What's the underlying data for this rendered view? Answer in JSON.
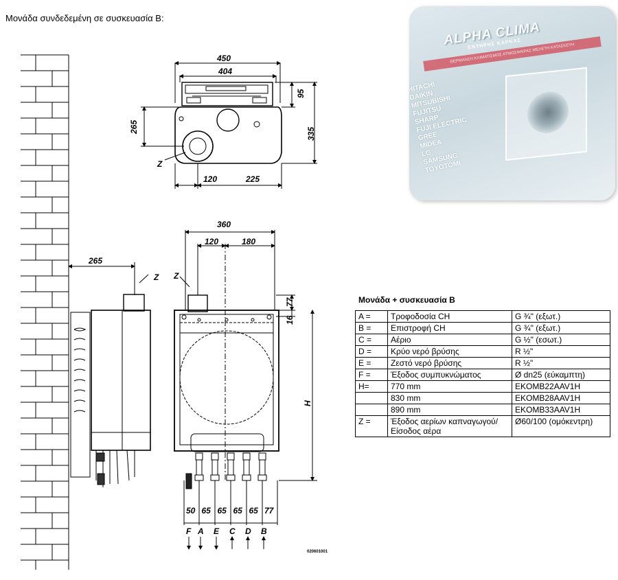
{
  "title": "Μονάδα συνδεδεμένη σε συσκευασία Β:",
  "top_view": {
    "width_outer": "450",
    "width_inner": "404",
    "depth_top": "95",
    "depth_left": "265",
    "depth_right": "335",
    "offset_left": "120",
    "offset_right": "225",
    "flue_label": "Z"
  },
  "side_view": {
    "wall_offset": "265",
    "flue_label": "Z"
  },
  "front_view": {
    "width": "360",
    "offset_left": "120",
    "offset_right": "180",
    "top_offset": "77",
    "top_offset_2": "16",
    "height_label": "H",
    "flue_label": "Z",
    "spacings": [
      "50",
      "65",
      "65",
      "65",
      "65",
      "77"
    ],
    "connections": [
      {
        "label": "F",
        "dir": "down"
      },
      {
        "label": "A",
        "dir": "down"
      },
      {
        "label": "E",
        "dir": "down"
      },
      {
        "label": "C",
        "dir": "up"
      },
      {
        "label": "D",
        "dir": "up"
      },
      {
        "label": "B",
        "dir": "up"
      }
    ],
    "drawing_code": "020601001"
  },
  "ad": {
    "brand": "ALPHA CLIMA",
    "subtitle": "ΕΝΤΗΡΗΣ ΚΑΡΚΑΣ",
    "band_text": "ΘΕΡΜΑΝΣΗ ΚΛΙΜΑΤΙΣΜΟΣ ΑΤΜΟΣΦΑΙΡΑΣ ΜΕΛΕΤΗ ΚΑΤΑΣΚΕΥΗ",
    "brands": [
      "HITACHI",
      "DAIKIN",
      "MITSUBISHI",
      "FUJITSU",
      "SHARP",
      "FUJI ELECTRIC",
      "GREE",
      "MIDEA",
      "LG",
      "SAMSUNG",
      "TOYOTOMI"
    ]
  },
  "table": {
    "title": "Μονάδα  + συσκευασία Β",
    "rows": [
      {
        "key": "A =",
        "desc": "Τροφοδοσία CH",
        "value": "G ¾\" (εξωτ.)"
      },
      {
        "key": "B =",
        "desc": "Επιστροφή CH",
        "value": "G ¾\" (εξωτ.)"
      },
      {
        "key": "C =",
        "desc": "Αέριο",
        "value": "G ½\" (εσωτ.)"
      },
      {
        "key": "D =",
        "desc": "Κρύο νερό βρύσης",
        "value": "R ½\""
      },
      {
        "key": "E =",
        "desc": "Ζεστό νερό βρύσης",
        "value": "R ½\""
      },
      {
        "key": "F =",
        "desc": "Έξοδος συμπυκνώματος",
        "value": "Ø dn25 (εύκαμπτη)"
      },
      {
        "key": "H=",
        "desc": "770 mm",
        "value": "EKOMB22AAV1H"
      },
      {
        "key": "",
        "desc": "830 mm",
        "value": "EKOMB28AAV1H"
      },
      {
        "key": "",
        "desc": "890 mm",
        "value": "EKOMB33AAV1H"
      },
      {
        "key": "Z =",
        "desc": "Έξοδος αερίων καπναγωγού/Είσοδος αέρα",
        "value": "Ø60/100 (ομόκεντρη)"
      }
    ]
  }
}
